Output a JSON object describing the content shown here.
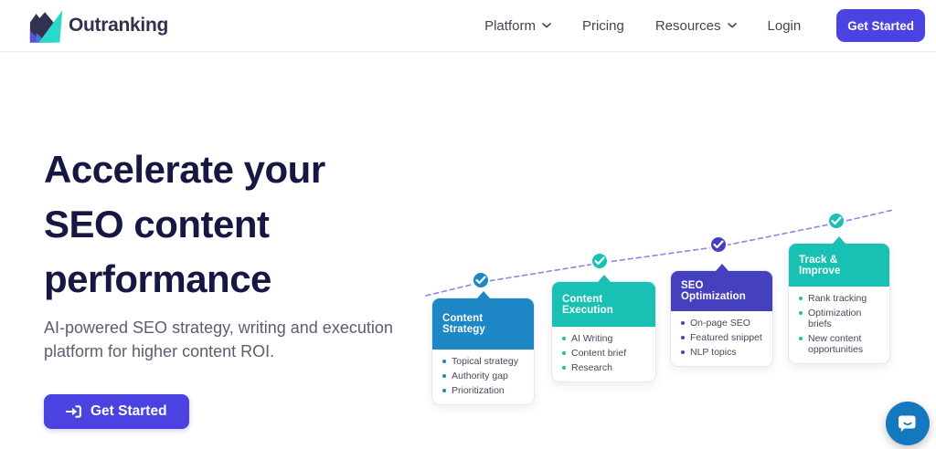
{
  "brand": {
    "name": "Outranking"
  },
  "nav": {
    "items": [
      {
        "label": "Platform",
        "dropdown": true
      },
      {
        "label": "Pricing",
        "dropdown": false
      },
      {
        "label": "Resources",
        "dropdown": true
      },
      {
        "label": "Login",
        "dropdown": false
      }
    ],
    "cta_label": "Get Started"
  },
  "hero": {
    "title_lines": [
      "Accelerate your",
      "SEO content",
      "performance"
    ],
    "subtitle": "AI-powered SEO strategy, writing and execution platform for higher content ROI.",
    "cta_label": "Get Started"
  },
  "diagram": {
    "line_color": "#8B87E9",
    "steps": [
      {
        "title": "Content Strategy",
        "color": "#1E87C5",
        "items": [
          "Topical strategy",
          "Authority gap",
          "Prioritization"
        ]
      },
      {
        "title": "Content Execution",
        "color": "#19C1B5",
        "items": [
          "AI Writing",
          "Content brief",
          "Research"
        ]
      },
      {
        "title": "SEO Optimization",
        "color": "#4540BE",
        "items": [
          "On-page SEO",
          "Featured snippet",
          "NLP topics"
        ]
      },
      {
        "title": "Track & Improve",
        "color": "#19C1B5",
        "items": [
          "Rank tracking",
          "Optimization briefs",
          "New content opportunities"
        ]
      }
    ]
  },
  "icons": {
    "nav_dropdown": "chevron-down",
    "hero_cta": "sign-in-arrow",
    "steps": "check-circle",
    "chat": "chat-bubble"
  },
  "colors": {
    "accent": "#4A43E1",
    "heading": "#171744",
    "nav_text": "#3E4654",
    "subtitle_text": "#5A5E70",
    "logo_text": "#32324F",
    "chat": "#1478BE"
  }
}
